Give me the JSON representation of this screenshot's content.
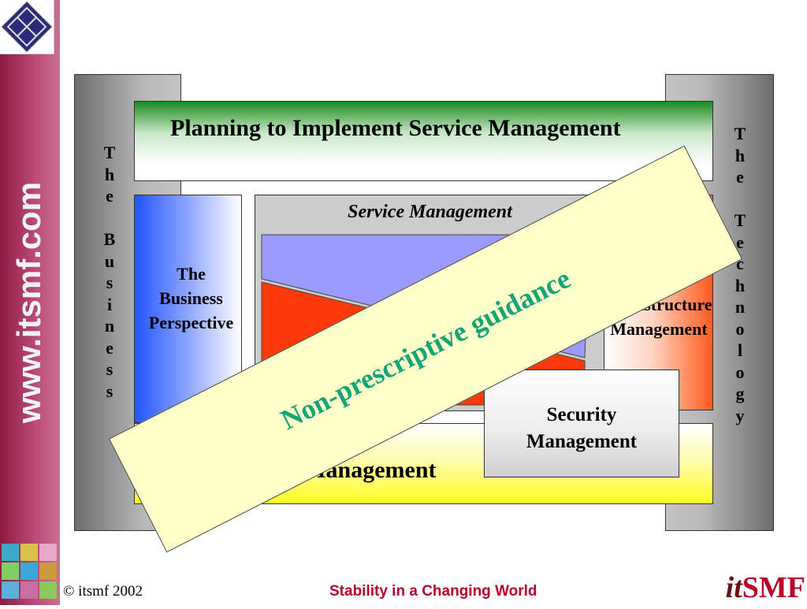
{
  "sidebar": {
    "site_url": "www.itsmf.com"
  },
  "pillars": {
    "left_text": "T\nh\ne\n\nB\nu\ns\ni\nn\ne\ns\ns",
    "right_text": "T\nh\ne\n\nT\ne\nc\nh\nn\no\nl\no\ng\ny"
  },
  "boxes": {
    "planning_title": "Planning to Implement Service Management",
    "business_label": "The\nBusiness\nPerspective",
    "service_management_title": "Service Management",
    "ict_label": "ICT\nInfrastructure\nManagement",
    "applications_title": "Applications Management",
    "security_label": "Security\nManagement"
  },
  "banner": {
    "text": "Non-prescriptive guidance"
  },
  "footer": {
    "copyright": "© itsmf 2002",
    "tagline": "Stability in a Changing World",
    "brand_it": "it",
    "brand_smf": "SMF"
  },
  "colors": {
    "sidebar": "#b84873",
    "banner_fill": "#ffffc9",
    "banner_text": "#16a57a",
    "tagline": "#b8002a"
  }
}
